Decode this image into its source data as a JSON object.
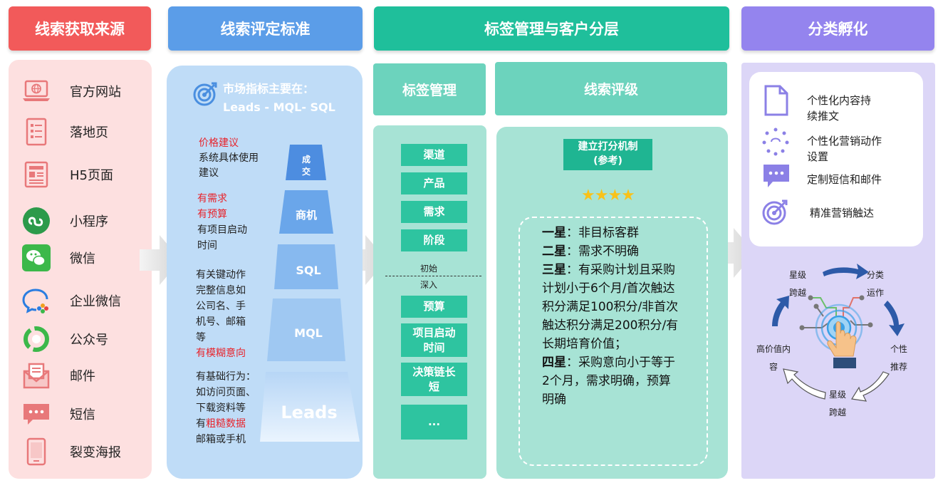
{
  "headers": {
    "col1": "线索获取来源",
    "col2": "线索评定标准",
    "col3": "标签管理与客户分层",
    "col4": "分类孵化"
  },
  "sources": {
    "items": [
      {
        "label": "官方网站",
        "icon": "laptop-globe-icon"
      },
      {
        "label": "落地页",
        "icon": "document-list-icon"
      },
      {
        "label": "H5页面",
        "icon": "newspaper-icon"
      },
      {
        "label": "小程序",
        "icon": "mini-program-icon"
      },
      {
        "label": "微信",
        "icon": "wechat-icon"
      },
      {
        "label": "企业微信",
        "icon": "wecom-icon"
      },
      {
        "label": "公众号",
        "icon": "official-account-icon"
      },
      {
        "label": "邮件",
        "icon": "mail-icon"
      },
      {
        "label": "短信",
        "icon": "sms-icon"
      },
      {
        "label": "裂变海报",
        "icon": "poster-icon"
      }
    ]
  },
  "criteria": {
    "title_line1": "市场指标主要在：",
    "title_line2": "Leads - MQL- SQL",
    "block1_red": "价格建议",
    "block1_line1": "系统具体使用",
    "block1_line2": "建议",
    "block2_red1": "有需求",
    "block2_red2": "有预算",
    "block2_line1": "有项目启动",
    "block2_line2": "时间",
    "block3_line1": "有关键动作",
    "block3_line2": "完整信息如",
    "block3_line3": "公司名、手",
    "block3_line4": "机号、邮箱",
    "block3_line5": "等",
    "block3_red": "有模糊意向",
    "block4_line1": "有基础行为：",
    "block4_line2": "如访问页面、",
    "block4_line3": "下载资料等",
    "block4_pre": "有",
    "block4_red": "粗糙数据",
    "block4_line5": "邮箱或手机",
    "funnel": {
      "deal_1": "成",
      "deal_2": "交",
      "opportunity": "商机",
      "sql": "SQL",
      "mql": "MQL",
      "leads": "Leads"
    }
  },
  "tags": {
    "title": "标签管理",
    "items_initial": [
      "渠道",
      "产品",
      "需求",
      "阶段"
    ],
    "divider_top": "初始",
    "divider_bottom": "深入",
    "items_deep": [
      "预算",
      "项目启动\n时间",
      "决策链长\n短",
      "..."
    ]
  },
  "rating": {
    "title": "线索评级",
    "mechanism_line1": "建立打分机制",
    "mechanism_line2": "(参考)",
    "stars": "★★★★",
    "star1_k": "一星",
    "star1_v": "：非目标客群",
    "star2_k": "二星",
    "star2_v": "：需求不明确",
    "star3_k": "三星",
    "star3_l1": "：有采购计划且采购",
    "star3_l2": "计划小于6个月/首次触达",
    "star3_l3": "积分满足100积分/非首次",
    "star3_l4": "触达积分满足200积分/有",
    "star3_l5": "长期培育价值；",
    "star4_k": "四星",
    "star4_l1": "：采购意向小于等于",
    "star4_l2": "2个月，需求明确，预算",
    "star4_l3": "明确"
  },
  "nurture": {
    "items": [
      {
        "label_1": "个性化内容持",
        "label_2": "续推文",
        "icon": "document-icon"
      },
      {
        "label_1": "个性化营销动作",
        "label_2": "设置",
        "icon": "cycle-icon"
      },
      {
        "label_1": "定制短信和邮件",
        "label_2": "",
        "icon": "chat-bubble-icon"
      },
      {
        "label_1": "精准营销触达",
        "label_2": "",
        "icon": "target-icon"
      }
    ],
    "cycle": {
      "top_left_1": "星级",
      "top_left_2": "跨越",
      "top_right_1": "分类",
      "top_right_2": "运作",
      "right_1": "个性",
      "right_2": "推荐",
      "bottom_1": "星级",
      "bottom_2": "跨越",
      "left_1": "高价值内",
      "left_2": "容"
    }
  },
  "colors": {
    "red_header": "#f25a5a",
    "blue_header": "#5b9de8",
    "teal_header": "#1fbf9b",
    "purple_header": "#9484ee",
    "pink_panel": "#fde0e0",
    "blue_panel": "#bfdcf7",
    "teal_panel": "#a7e3d5",
    "purple_panel": "#dcd6f7"
  }
}
